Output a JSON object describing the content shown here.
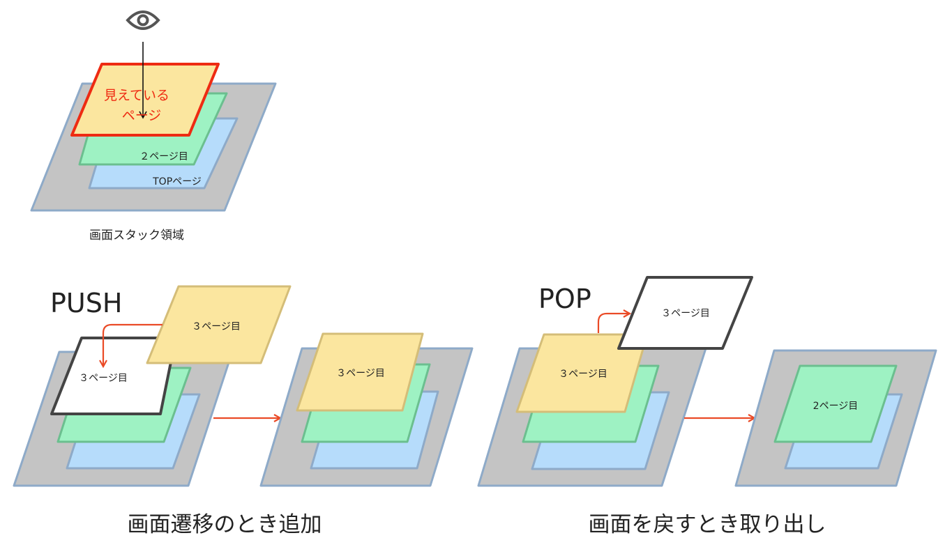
{
  "top_diagram": {
    "visible_page_label_line1": "見えている",
    "visible_page_label_line2": "ページ",
    "second_page_label": "２ページ目",
    "top_page_label": "TOPページ",
    "caption": "画面スタック領域",
    "eye_icon": "eye-icon"
  },
  "push_diagram": {
    "title": "PUSH",
    "incoming_page_label": "３ページ目",
    "placeholder_page_label": "３ページ目",
    "result_top_label": "３ページ目",
    "caption": "画面遷移のとき追加"
  },
  "pop_diagram": {
    "title": "POP",
    "removed_page_label": "３ページ目",
    "current_top_label": "３ページ目",
    "result_top_label": "2ページ目",
    "caption": "画面を戻すとき取り出し"
  },
  "colors": {
    "stack_fill": "#c4c4c4",
    "stack_stroke": "#8eaac8",
    "blue_page": "#b6dcfb",
    "green_page": "#9ef2c3",
    "yellow_page": "#fbe69f",
    "highlight_stroke": "#ee2b12",
    "arrow": "#ea4a26"
  }
}
